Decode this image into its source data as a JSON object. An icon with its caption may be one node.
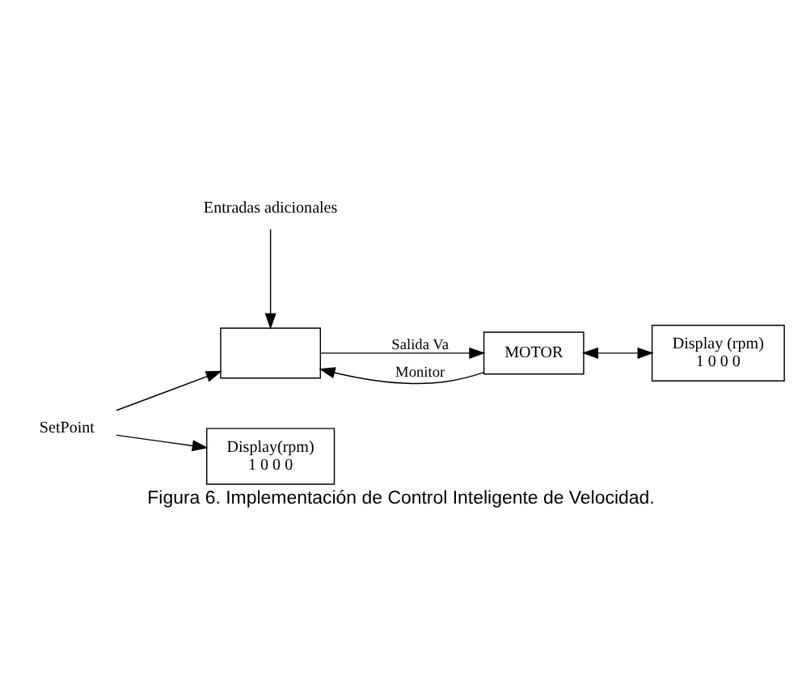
{
  "diagram": {
    "caption": "Figura 6. Implementación de Control Inteligente de Velocidad.",
    "nodes": [
      {
        "text": [
          "Entradas adicionales"
        ]
      },
      {
        "text": [
          "SetPoint"
        ]
      },
      {
        "text": [],
        "shape": "box"
      },
      {
        "text": [
          "MOTOR"
        ]
      },
      {
        "text": [
          "Display(rpm)",
          "1 0 0 0"
        ]
      },
      {
        "text": [
          "Display (rpm)",
          "1 0 0 0"
        ]
      }
    ],
    "edges": [
      {
        "from": 0,
        "to": 2,
        "arrow": "to"
      },
      {
        "from": 1,
        "to": 2,
        "arrow": "to"
      },
      {
        "from": 1,
        "to": 4,
        "arrow": "to"
      },
      {
        "from": 2,
        "to": 3,
        "label": "Salida Va",
        "arrow": "to"
      },
      {
        "from": 3,
        "to": 2,
        "label": "Monitor",
        "arrow": "to"
      },
      {
        "from": 3,
        "to": 5,
        "arrow": "both"
      }
    ]
  }
}
